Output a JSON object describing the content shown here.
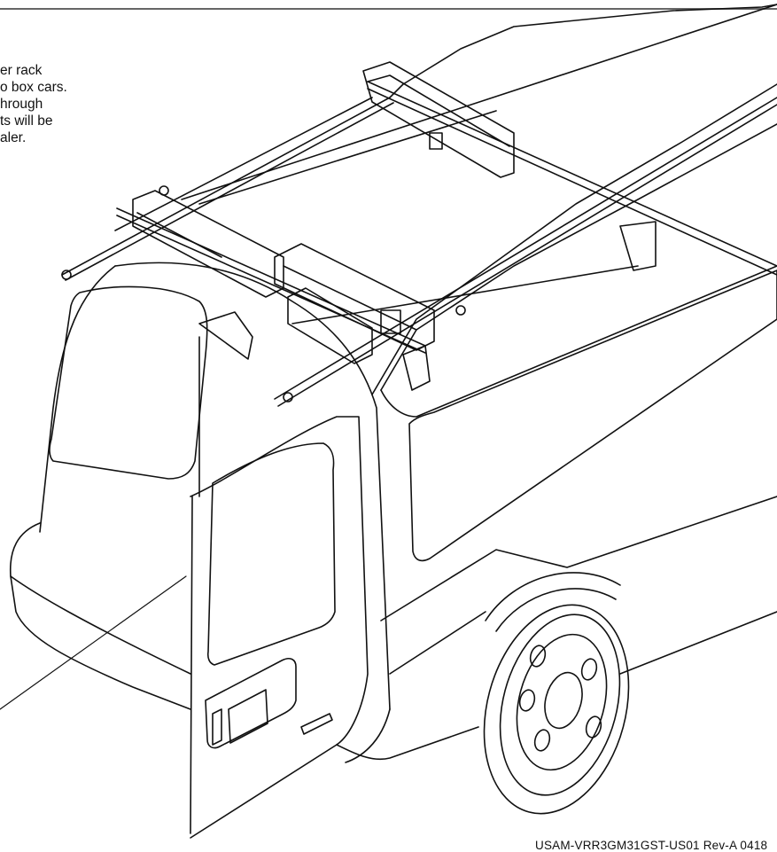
{
  "note_lines": [
    "er rack",
    "o box cars.",
    "hrough",
    "ts will be",
    "aler."
  ],
  "document_code": "USAM-VRR3GM31GST-US01 Rev-A 0418"
}
